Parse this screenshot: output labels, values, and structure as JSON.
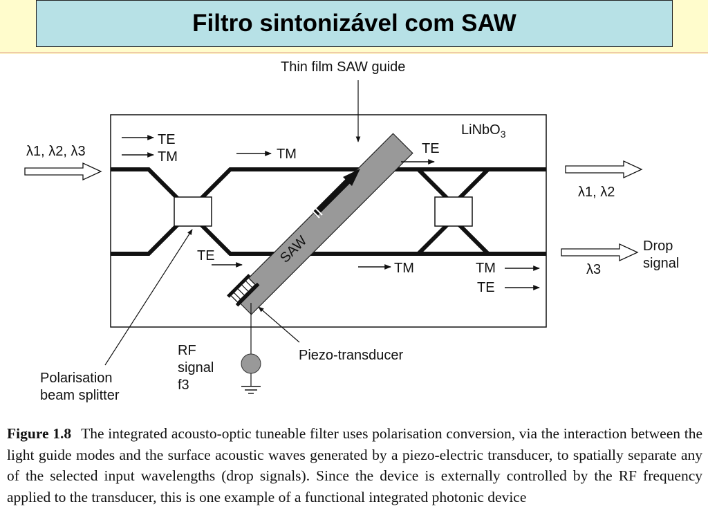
{
  "slide": {
    "title": "Filtro sintonizável com SAW"
  },
  "diagram": {
    "labels": {
      "thin_film": "Thin film SAW guide",
      "substrate": "LiNbO",
      "substrate_sub": "3",
      "input_wavelengths": "λ1, λ2, λ3",
      "te_in": "TE",
      "tm_in": "TM",
      "tm_upper": "TM",
      "te_upper_right": "TE",
      "te_lower_left": "TE",
      "tm_lower_mid": "TM",
      "tm_lower_right": "TM",
      "te_lower_right": "TE",
      "output_wavelengths": "λ1, λ2",
      "drop_wavelength": "λ3",
      "drop_line1": "Drop",
      "drop_line2": "signal",
      "saw": "SAW",
      "rf_line1": "RF",
      "rf_line2": "signal",
      "rf_freq": "f3",
      "piezo": "Piezo-transducer",
      "pbs_line1": "Polarisation",
      "pbs_line2": "beam splitter"
    }
  },
  "caption": {
    "figure_number": "Figure 1.8",
    "text": "The integrated acousto-optic tuneable filter uses polarisation conversion, via the interaction between the light guide modes and the surface acoustic waves generated by a piezo-electric transducer, to spatially separate any of the selected input wavelengths (drop signals). Since the device is externally controlled by the RF frequency applied to the transducer, this is one example of a functional integrated photonic device"
  }
}
